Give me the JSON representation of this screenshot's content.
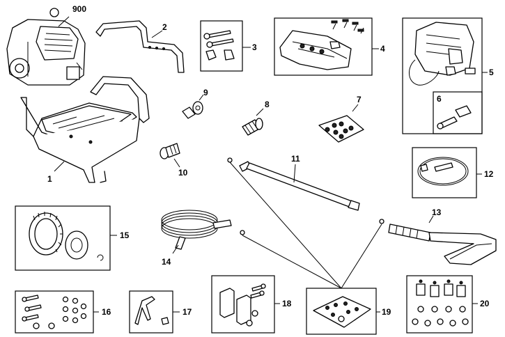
{
  "callouts": {
    "c900": "900",
    "c1": "1",
    "c2": "2",
    "c3": "3",
    "c4": "4",
    "c5": "5",
    "c6": "6",
    "c7": "7",
    "c8": "8",
    "c9": "9",
    "c10": "10",
    "c11": "11",
    "c12": "12",
    "c13": "13",
    "c14": "14",
    "c15": "15",
    "c16": "16",
    "c17": "17",
    "c18": "18",
    "c19": "19",
    "c20": "20"
  }
}
